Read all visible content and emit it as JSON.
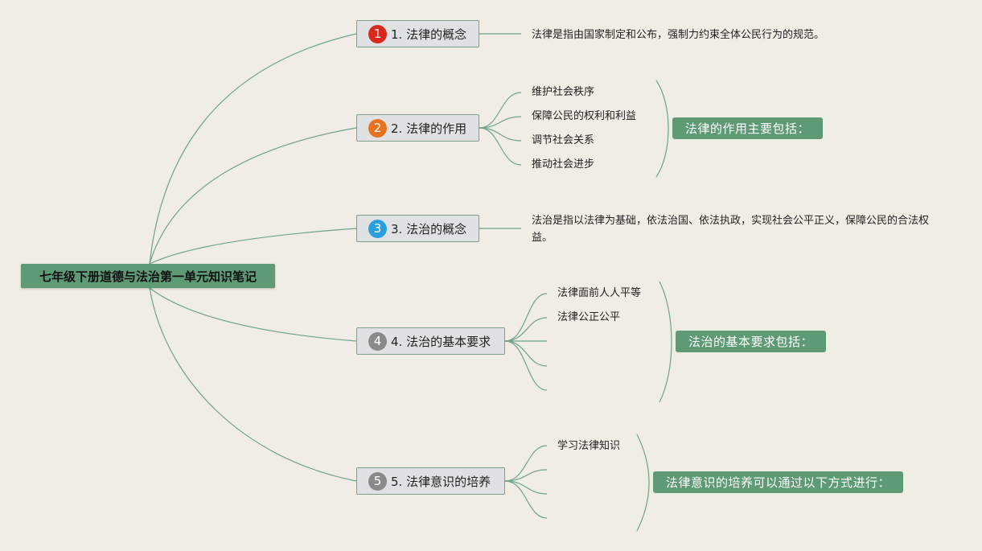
{
  "root": {
    "label": "七年级下册道德与法治第一单元知识笔记"
  },
  "colors": {
    "badge_1": "#d9291c",
    "badge_2": "#e8731c",
    "badge_3": "#2a9fe0",
    "badge_4": "#8a8a8a",
    "badge_5": "#8a8a8a",
    "summary_bg": "#5e9a76",
    "link": "#6fa487"
  },
  "topics": [
    {
      "num": "1",
      "label": "1. 法律的概念"
    },
    {
      "num": "2",
      "label": "2. 法律的作用"
    },
    {
      "num": "3",
      "label": "3. 法治的概念"
    },
    {
      "num": "4",
      "label": "4. 法治的基本要求"
    },
    {
      "num": "5",
      "label": "5. 法律意识的培养"
    }
  ],
  "notes": {
    "law_concept": "法律是指由国家制定和公布，强制力约束全体公民行为的规范。",
    "rule_of_law_concept": "法治是指以法律为基础，依法治国、依法执政，实现社会公平正义，保障公民的合法权益。"
  },
  "law_functions": {
    "items": [
      "维护社会秩序",
      "保障公民的权利和利益",
      "调节社会关系",
      "推动社会进步"
    ],
    "summary": "法律的作用主要包括："
  },
  "rule_requirements": {
    "items": [
      "法律面前人人平等",
      "法律公正公平"
    ],
    "summary": "法治的基本要求包括："
  },
  "awareness": {
    "items": [
      "学习法律知识"
    ],
    "summary": "法律意识的培养可以通过以下方式进行："
  }
}
